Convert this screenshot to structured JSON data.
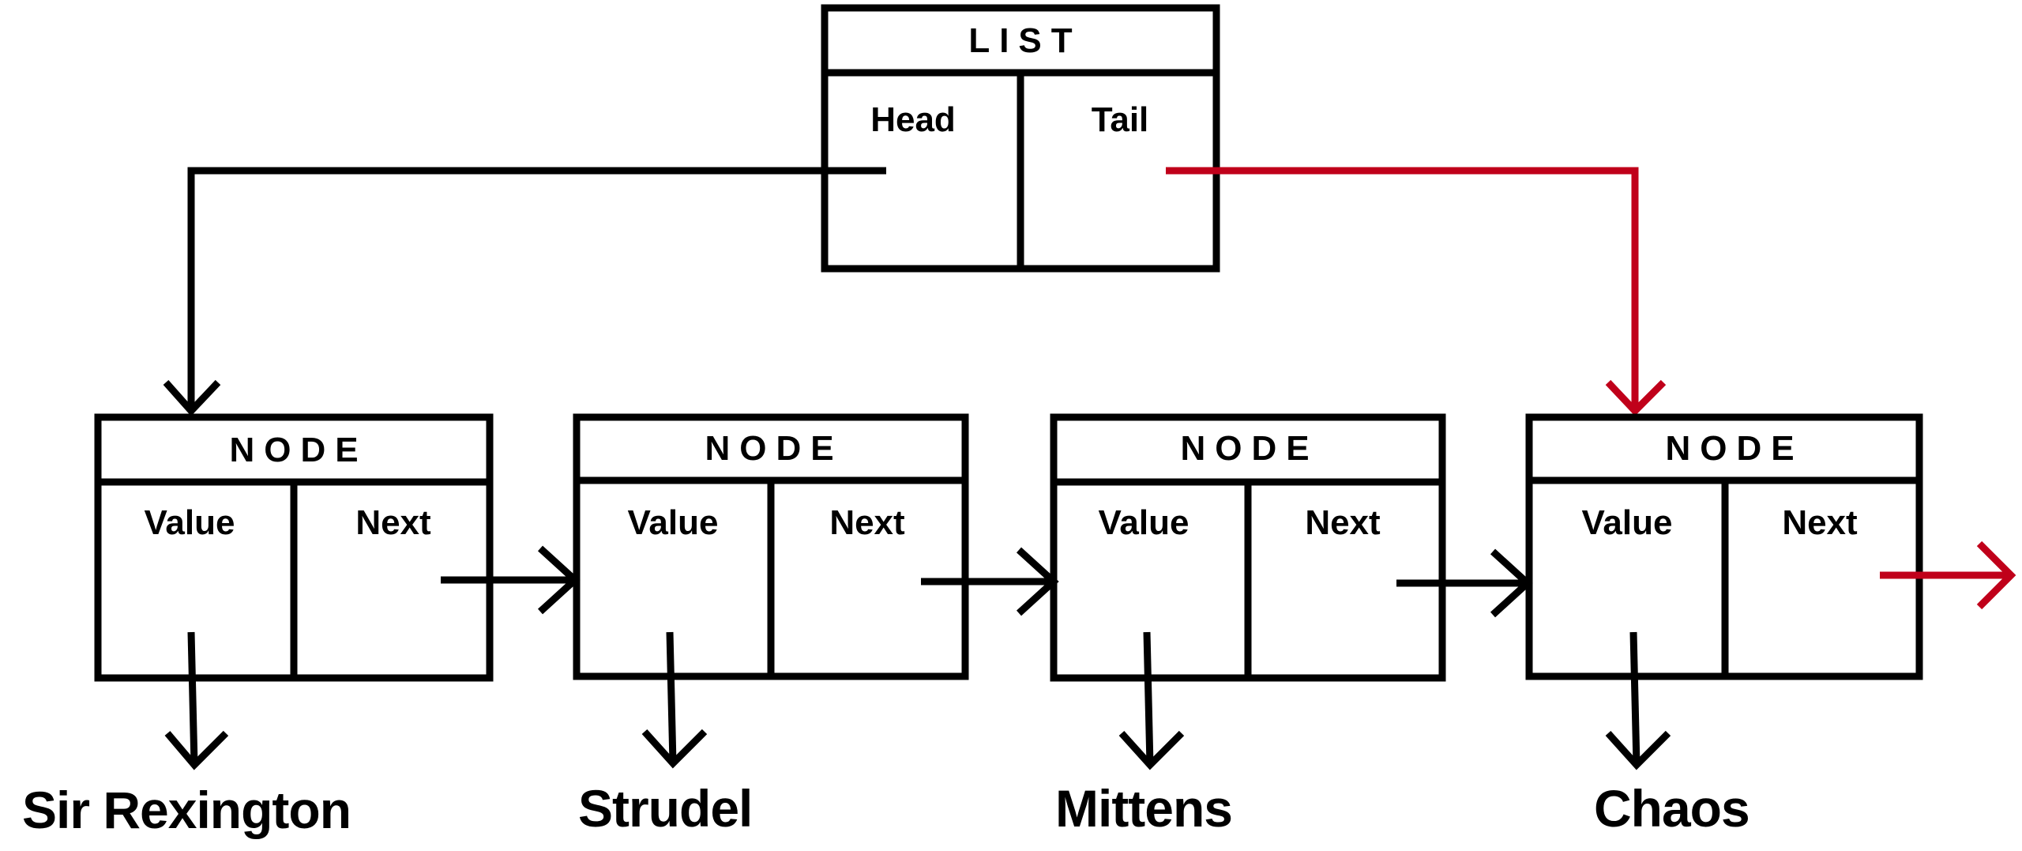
{
  "colors": {
    "ink": "#000000",
    "tail_accent": "#c0001a",
    "background": "#ffffff"
  },
  "list": {
    "title": "LIST",
    "head_label": "Head",
    "tail_label": "Tail"
  },
  "nodes": [
    {
      "title": "NODE",
      "value_label": "Value",
      "next_label": "Next",
      "value": "Sir Rexington"
    },
    {
      "title": "NODE",
      "value_label": "Value",
      "next_label": "Next",
      "value": "Strudel"
    },
    {
      "title": "NODE",
      "value_label": "Value",
      "next_label": "Next",
      "value": "Mittens"
    },
    {
      "title": "NODE",
      "value_label": "Value",
      "next_label": "Next",
      "value": "Chaos"
    }
  ]
}
